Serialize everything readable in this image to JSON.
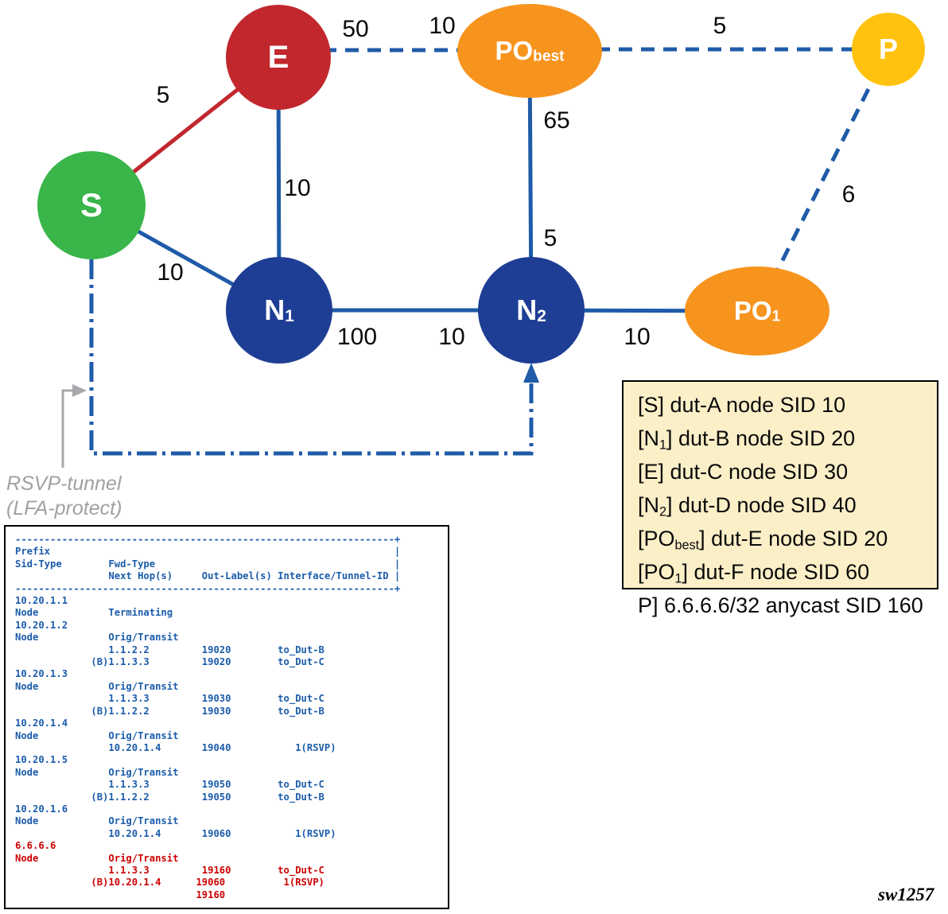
{
  "figure": {
    "watermark": "sw1257"
  },
  "colors": {
    "node_green": "#39B54A",
    "node_red": "#C1272D",
    "node_navy": "#1E3E95",
    "node_orange": "#F7941E",
    "node_yellow": "#FFC20E",
    "edge_blue": "#1F5BA8",
    "edge_red": "#C1272D",
    "console_blue": "#1B5CAB",
    "console_red": "#CC0000",
    "legend_bg": "#FBEFC8",
    "annotation_gray": "#A6A8AB"
  },
  "nodes": {
    "s": {
      "label": "S"
    },
    "e": {
      "label": "E"
    },
    "p": {
      "label": "P"
    },
    "n1": {
      "label": "N",
      "sub": "1"
    },
    "n2": {
      "label": "N",
      "sub": "2"
    },
    "po_best": {
      "label": "PO",
      "sub": "best"
    },
    "po_1": {
      "label": "PO",
      "sub": "1"
    }
  },
  "edge_costs": {
    "s_e": "5",
    "e_pobest_left": "50",
    "e_pobest_right": "10",
    "pobest_p": "5",
    "e_n1": "10",
    "s_n1": "10",
    "pobest_n2_upper": "65",
    "pobest_n2_lower": "5",
    "n1_n2_left": "100",
    "n1_n2_right": "10",
    "n2_po1": "10",
    "p_po1": "6"
  },
  "rsvp_annotation": {
    "line1": "RSVP-tunnel",
    "line2": "(LFA-protect)"
  },
  "legend": {
    "items": [
      {
        "pre": "[S] dut-A node SID 10",
        "sub": "",
        "post": ""
      },
      {
        "pre": "[N",
        "sub": "1",
        "post": "] dut-B node SID 20"
      },
      {
        "pre": "[E] dut-C node SID 30",
        "sub": "",
        "post": ""
      },
      {
        "pre": "[N",
        "sub": "2",
        "post": "] dut-D node SID 40"
      },
      {
        "pre": "[PO",
        "sub": "best",
        "post": "] dut-E node SID 20"
      },
      {
        "pre": "[PO",
        "sub": "1",
        "post": "] dut-F node SID 60"
      },
      {
        "pre": "P] 6.6.6.6/32 anycast SID 160",
        "sub": "",
        "post": ""
      }
    ]
  },
  "console": {
    "lines": [
      {
        "text": "-----------------------------------------------------------------+",
        "highlight": false
      },
      {
        "text": "Prefix                                                           |",
        "highlight": false
      },
      {
        "text": "Sid-Type        Fwd-Type                                         |",
        "highlight": false
      },
      {
        "text": "                Next Hop(s)     Out-Label(s) Interface/Tunnel-ID |",
        "highlight": false
      },
      {
        "text": "-----------------------------------------------------------------+",
        "highlight": false
      },
      {
        "text": "10.20.1.1",
        "highlight": false
      },
      {
        "text": "Node            Terminating",
        "highlight": false
      },
      {
        "text": "10.20.1.2",
        "highlight": false
      },
      {
        "text": "Node            Orig/Transit",
        "highlight": false
      },
      {
        "text": "                1.1.2.2         19020        to_Dut-B",
        "highlight": false
      },
      {
        "text": "             (B)1.1.3.3         19020        to_Dut-C",
        "highlight": false
      },
      {
        "text": "10.20.1.3",
        "highlight": false
      },
      {
        "text": "Node            Orig/Transit",
        "highlight": false
      },
      {
        "text": "                1.1.3.3         19030        to_Dut-C",
        "highlight": false
      },
      {
        "text": "             (B)1.1.2.2         19030        to_Dut-B",
        "highlight": false
      },
      {
        "text": "10.20.1.4",
        "highlight": false
      },
      {
        "text": "Node            Orig/Transit",
        "highlight": false
      },
      {
        "text": "                10.20.1.4       19040           1(RSVP)",
        "highlight": false
      },
      {
        "text": "10.20.1.5",
        "highlight": false
      },
      {
        "text": "Node            Orig/Transit",
        "highlight": false
      },
      {
        "text": "                1.1.3.3         19050        to_Dut-C",
        "highlight": false
      },
      {
        "text": "             (B)1.1.2.2         19050        to_Dut-B",
        "highlight": false
      },
      {
        "text": "10.20.1.6",
        "highlight": false
      },
      {
        "text": "Node            Orig/Transit",
        "highlight": false
      },
      {
        "text": "                10.20.1.4       19060           1(RSVP)",
        "highlight": false
      },
      {
        "text": "6.6.6.6",
        "highlight": true
      },
      {
        "text": "Node            Orig/Transit",
        "highlight": true
      },
      {
        "text": "                1.1.3.3         19160        to_Dut-C",
        "highlight": true
      },
      {
        "text": "             (B)10.20.1.4      19060          1(RSVP)",
        "highlight": true
      },
      {
        "text": "                               19160",
        "highlight": true
      }
    ]
  }
}
